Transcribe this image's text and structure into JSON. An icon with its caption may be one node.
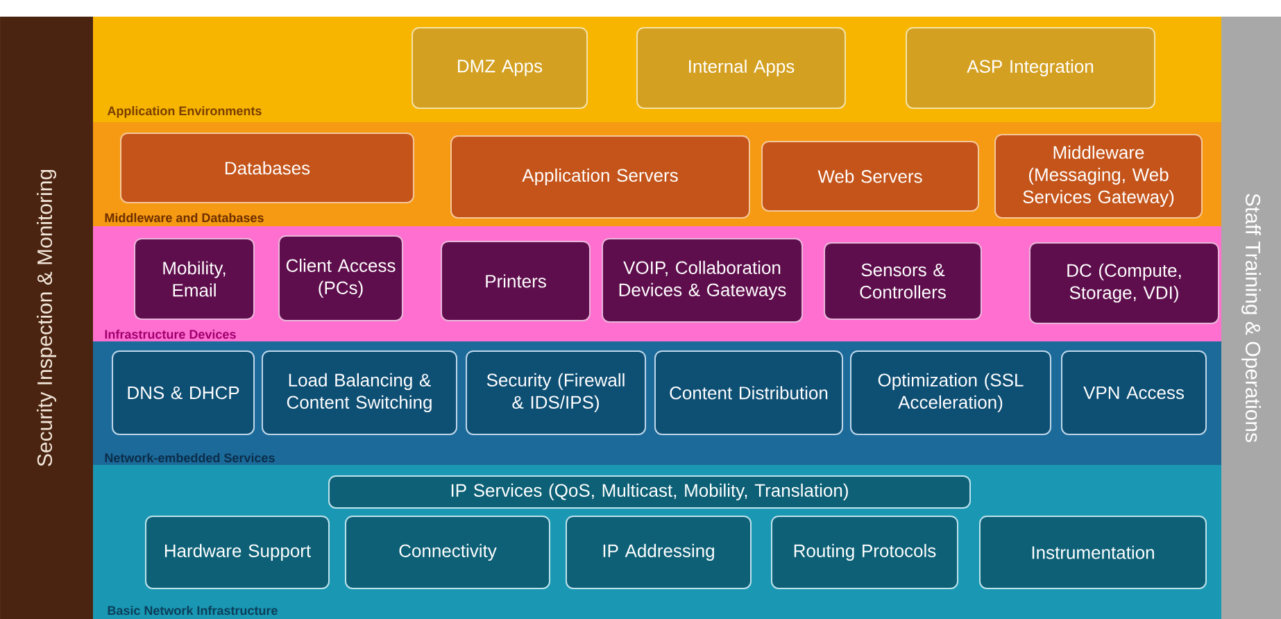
{
  "diagram": {
    "nodes": [
      {
        "text": [
          "Security Inspection & Monitoring"
        ]
      },
      {
        "text": [
          "Application Environments"
        ]
      },
      {
        "text": [
          "DMZ Apps"
        ],
        "in": 1
      },
      {
        "text": [
          "Internal Apps"
        ],
        "in": 1
      },
      {
        "text": [
          "ASP Integration"
        ],
        "in": 1
      },
      {
        "text": [
          "Middleware and Databases"
        ]
      },
      {
        "text": [
          "Databases"
        ],
        "in": 5
      },
      {
        "text": [
          "Application Servers"
        ],
        "in": 5
      },
      {
        "text": [
          "Web Servers"
        ],
        "in": 5
      },
      {
        "text": [
          "Middleware (Messaging, Web Services Gateway)"
        ],
        "in": 5
      },
      {
        "text": [
          "Infrastructure Devices"
        ]
      },
      {
        "text": [
          "Mobility, Email"
        ],
        "in": 10
      },
      {
        "text": [
          "Client Access (PCs)"
        ],
        "in": 10
      },
      {
        "text": [
          "Printers"
        ],
        "in": 10
      },
      {
        "text": [
          "VOIP, Collaboration Devices & Gateways"
        ],
        "in": 10
      },
      {
        "text": [
          "Sensors & Controllers"
        ],
        "in": 10
      },
      {
        "text": [
          "DC (Compute, Storage, VDI)"
        ],
        "in": 10
      },
      {
        "text": [
          "Network-embedded Services"
        ]
      },
      {
        "text": [
          "DNS & DHCP"
        ],
        "in": 17
      },
      {
        "text": [
          "Load Balancing & Content Switching"
        ],
        "in": 17
      },
      {
        "text": [
          "Security (Firewall & IDS/IPS)"
        ],
        "in": 17
      },
      {
        "text": [
          "Content Distribution"
        ],
        "in": 17
      },
      {
        "text": [
          "Optimization (SSL Acceleration)"
        ],
        "in": 17
      },
      {
        "text": [
          "VPN Access"
        ],
        "in": 17
      },
      {
        "text": [
          "Basic Network Infrastructure"
        ]
      },
      {
        "text": [
          "IP Services (QoS, Multicast, Mobility, Translation)"
        ],
        "in": 24
      },
      {
        "text": [
          "Hardware Support"
        ],
        "in": 24
      },
      {
        "text": [
          "Connectivity"
        ],
        "in": 24
      },
      {
        "text": [
          "IP Addressing"
        ],
        "in": 24
      },
      {
        "text": [
          "Routing Protocols"
        ],
        "in": 24
      },
      {
        "text": [
          "Instrumentation"
        ],
        "in": 24
      },
      {
        "text": [
          "Staff Training & Operations"
        ]
      }
    ]
  }
}
